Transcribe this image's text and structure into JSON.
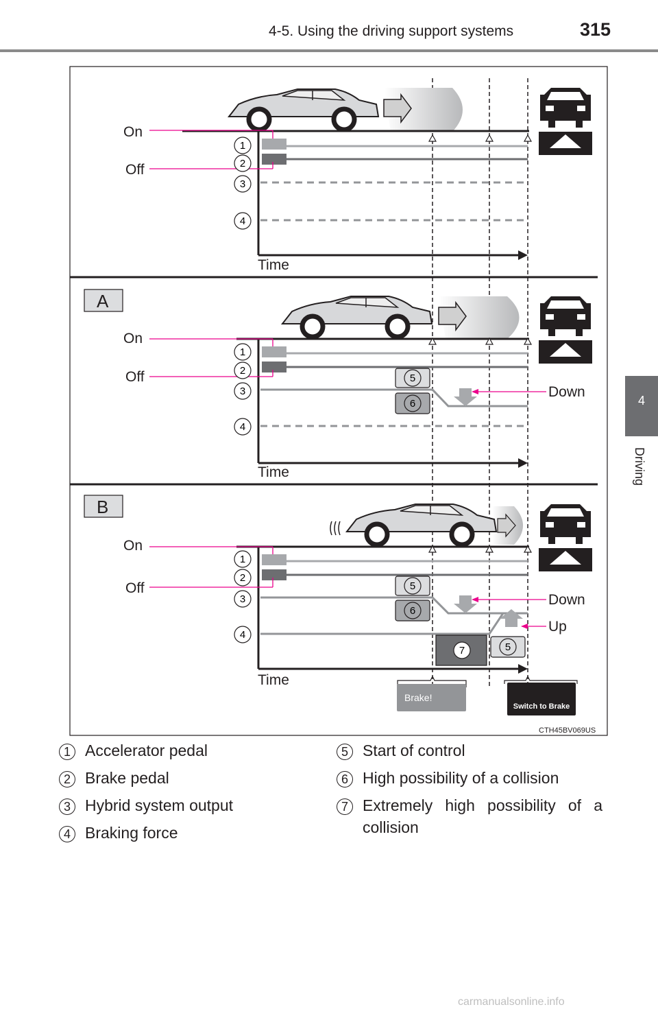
{
  "header": {
    "section_title": "4-5. Using the driving support systems",
    "page_number": "315"
  },
  "side_tab": {
    "number": "4",
    "label": "Driving"
  },
  "diagram": {
    "image_code": "CTH45BV069US",
    "labels": {
      "on": "On",
      "off": "Off",
      "time": "Time",
      "down": "Down",
      "up": "Up"
    },
    "panel_letters": [
      "A",
      "B"
    ],
    "marker_numbers": [
      "1",
      "2",
      "3",
      "4",
      "5",
      "6",
      "7"
    ],
    "screens": {
      "brake": "Brake!",
      "switch_to_brake": "Switch to Brake"
    }
  },
  "legend": [
    {
      "num": "1",
      "text": "Accelerator pedal"
    },
    {
      "num": "2",
      "text": "Brake pedal"
    },
    {
      "num": "3",
      "text": "Hybrid system output"
    },
    {
      "num": "4",
      "text": "Braking force"
    },
    {
      "num": "5",
      "text": "Start of control"
    },
    {
      "num": "6",
      "text": "High possibility of a collision"
    },
    {
      "num": "7",
      "text": "Extremely high possibility of a collision"
    }
  ],
  "watermark": "carmanualsonline.info"
}
